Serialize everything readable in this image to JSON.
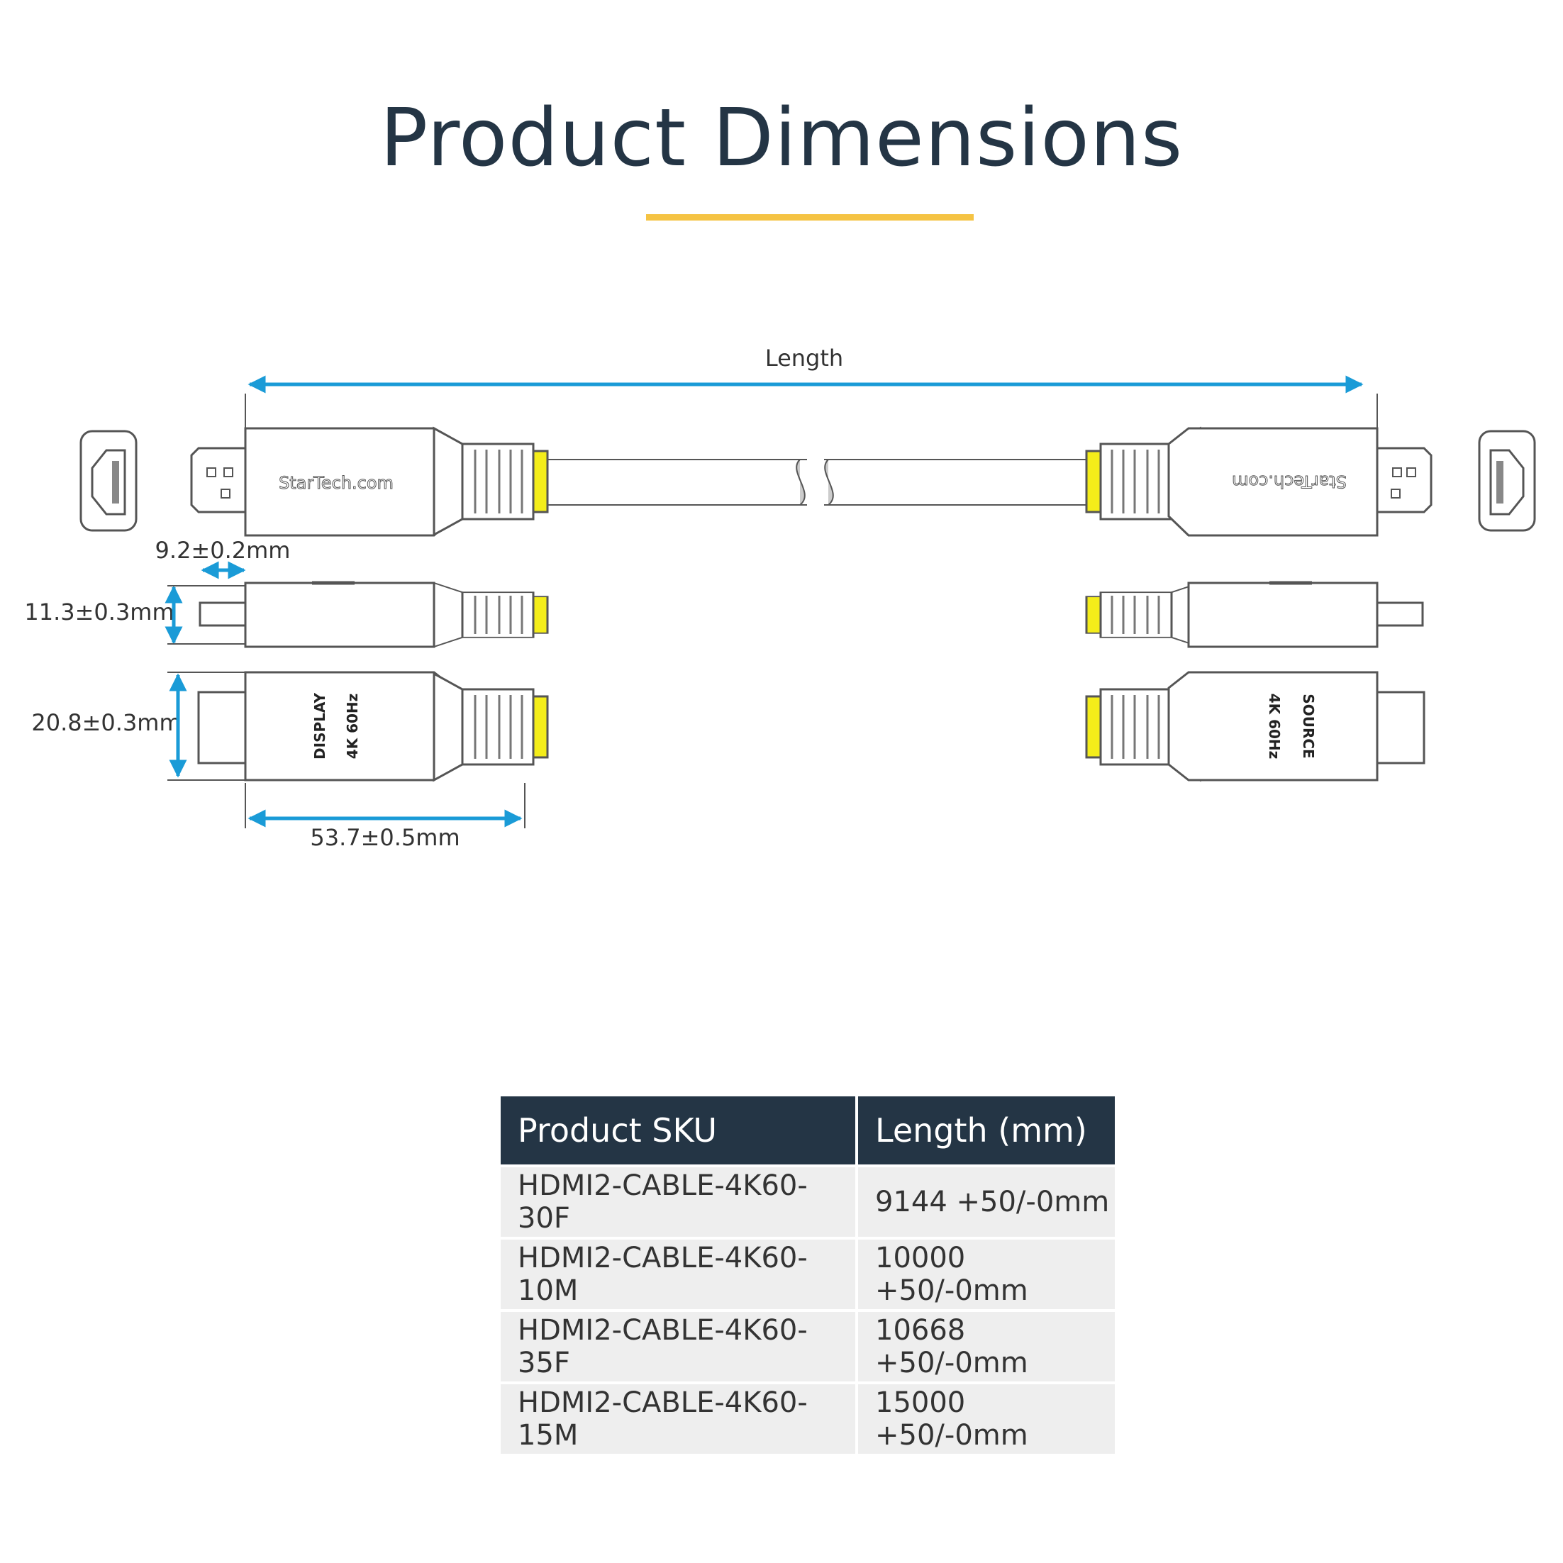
{
  "title": "Product Dimensions",
  "colors": {
    "title": "#243545",
    "accent_underline": "#f5c343",
    "dimension_arrow": "#1a9bd7",
    "strain_relief_tip": "#f4ed1a",
    "table_header_bg": "#243545",
    "table_row_bg": "#eeeeee"
  },
  "diagram": {
    "length_label": "Length",
    "tip_depth_label": "9.2±0.2mm",
    "thickness_label": "11.3±0.3mm",
    "width_label": "20.8±0.3mm",
    "body_length_label": "53.7±0.5mm",
    "left_logo": "StarTech.com",
    "right_logo": "StarTech.com",
    "left_side_text_1": "DISPLAY",
    "left_side_text_2": "4K 60Hz",
    "right_side_text_1": "SOURCE",
    "right_side_text_2": "4K 60Hz"
  },
  "table": {
    "headers": [
      "Product SKU",
      "Length (mm)"
    ],
    "rows": [
      [
        "HDMI2-CABLE-4K60-30F",
        "9144 +50/-0mm"
      ],
      [
        "HDMI2-CABLE-4K60-10M",
        "10000 +50/-0mm"
      ],
      [
        "HDMI2-CABLE-4K60-35F",
        "10668 +50/-0mm"
      ],
      [
        "HDMI2-CABLE-4K60-15M",
        "15000 +50/-0mm"
      ]
    ]
  }
}
